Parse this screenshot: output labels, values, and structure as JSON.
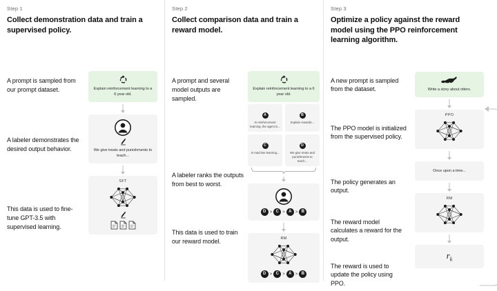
{
  "theme": {
    "page_bg": "#ffffff",
    "card_bg": "#f3f4f3",
    "prompt_bg": "#e5f4e3",
    "divider": "#e3e3e3",
    "arrow": "#bdbdbd",
    "text": "#141414",
    "muted": "#6b6b6b"
  },
  "steps": [
    {
      "label": "Step 1",
      "title": "Collect demonstration data and train a supervised policy.",
      "captions": [
        "A prompt is sampled from our prompt dataset.",
        "A labeler demonstrates the desired output behavior.",
        "This data is used to fine-tune GPT-3.5 with supervised learning."
      ],
      "nodes": [
        {
          "kind": "prompt",
          "icon": "recycle-icon",
          "text": "Explain reinforcement learning to a 6 year old."
        },
        {
          "kind": "labeler",
          "icon": "person-icon",
          "sub_icon": "pencil-icon",
          "text": "We give treats and punishments to teach..."
        },
        {
          "kind": "model",
          "icon": "neural-net-icon",
          "title": "SFT",
          "sub_icon": "pencil-icon",
          "docs_icon": "documents-icon"
        }
      ]
    },
    {
      "label": "Step 2",
      "title": "Collect comparison data and train a reward model.",
      "captions": [
        "A prompt and several model outputs are sampled.",
        "A labeler ranks the outputs from best to worst.",
        "This data is used to train our reward model."
      ],
      "nodes": [
        {
          "kind": "prompt",
          "icon": "recycle-icon",
          "text": "Explain reinforcement learning to a 6 year old."
        },
        {
          "kind": "options",
          "icon": "brace-icon",
          "items": [
            {
              "letter": "A",
              "text": "In reinforcement learning, the agent is..."
            },
            {
              "letter": "B",
              "text": "Explain rewards..."
            },
            {
              "letter": "C",
              "text": "In machine learning..."
            },
            {
              "letter": "D",
              "text": "We give treats and punishments to teach..."
            }
          ]
        },
        {
          "kind": "ranker",
          "icon": "person-icon",
          "ranking": [
            "D",
            "C",
            "A",
            "B"
          ]
        },
        {
          "kind": "model",
          "icon": "neural-net-icon",
          "title": "RM",
          "ranking": [
            "D",
            "C",
            "A",
            "B"
          ]
        }
      ]
    },
    {
      "label": "Step 3",
      "title": "Optimize a policy against the reward model using the PPO reinforcement learning algorithm.",
      "captions": [
        "A new prompt is sampled from the dataset.",
        "The PPO model is initialized from the supervised policy.",
        "The policy generates an output.",
        "The reward model calculates a reward for the output.",
        "The reward is used to update the policy using PPO."
      ],
      "nodes": [
        {
          "kind": "prompt",
          "icon": "otter-icon",
          "text": "Write a story about otters."
        },
        {
          "kind": "model",
          "icon": "neural-net-icon",
          "title": "PPO"
        },
        {
          "kind": "output",
          "text": "Once upon a time..."
        },
        {
          "kind": "model",
          "icon": "neural-net-icon",
          "title": "RM"
        },
        {
          "kind": "reward",
          "formula": "r",
          "subscript": "k"
        }
      ],
      "feedback_loop": "update-loop-arrow"
    }
  ]
}
